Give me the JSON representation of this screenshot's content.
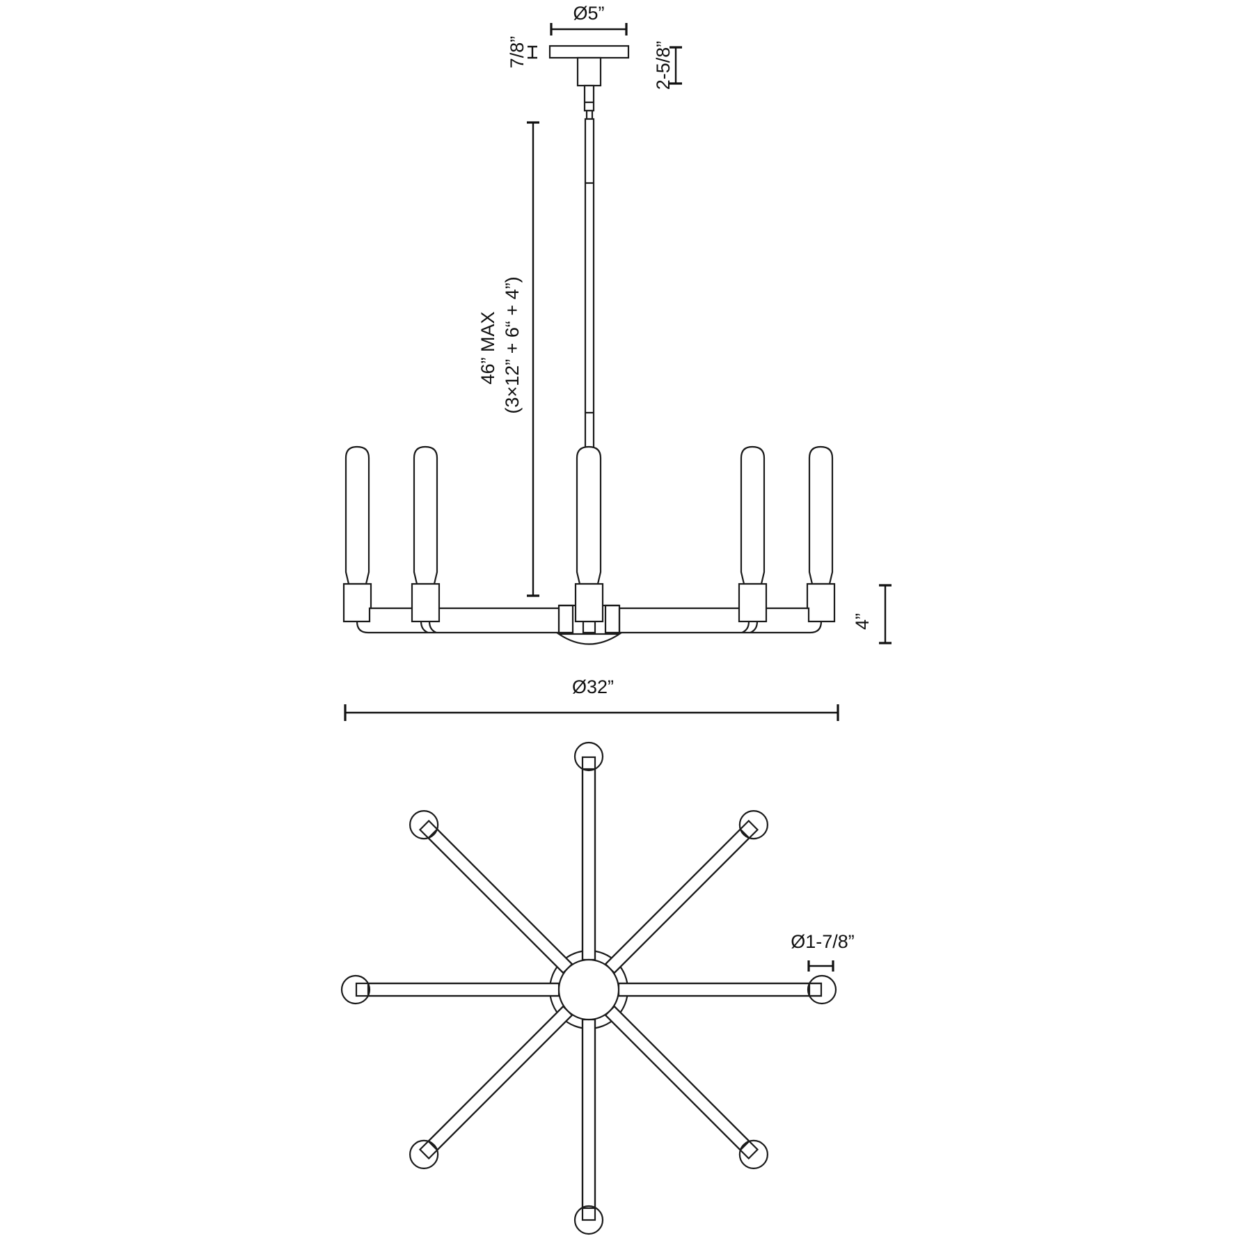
{
  "drawing": {
    "title": "Chandelier dimension drawing",
    "views": [
      "side-elevation",
      "bottom-plan"
    ],
    "line_color": "#1a1a1a",
    "background": "#ffffff"
  },
  "dimensions": {
    "canopy_diameter": "Ø5”",
    "canopy_thickness": "7/8”",
    "canopy_height": "2-5/8”",
    "max_drop_line1": "46” MAX",
    "max_drop_line2": "(3×12” + 6“ + 4”)",
    "body_height": "4”",
    "overall_diameter": "Ø32”",
    "socket_cup_diameter": "Ø1-7/8”"
  },
  "side_view": {
    "bulb_count": 5,
    "rod_segments": [
      "12”",
      "12”",
      "12”",
      "6”",
      "4”"
    ]
  },
  "bottom_view": {
    "arm_count": 8,
    "arm_angles_deg": [
      0,
      45,
      90,
      135,
      180,
      225,
      270,
      315
    ]
  }
}
